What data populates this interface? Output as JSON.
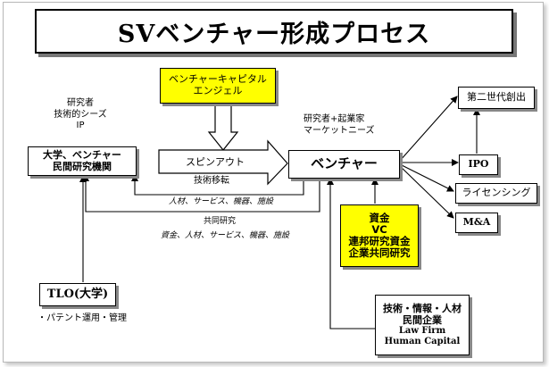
{
  "title": "SVベンチャー形成プロセス",
  "boxes": {
    "university": [
      "大学、ベンチャー",
      "民間研究機関"
    ],
    "vc_angel": [
      "ベンチャーキャピタル",
      "エンジェル"
    ],
    "venture": "ベンチャー",
    "tlo": "TLO(大学)",
    "funding": [
      "資金",
      "VC",
      "連邦研究資金",
      "企業共同研究"
    ],
    "private": [
      "技術・情報・人材",
      "民間企業",
      "Law Firm",
      "Human Capital"
    ],
    "next_gen": "第二世代創出",
    "ipo": "IPO",
    "licensing": "ライセンシング",
    "ma": "M&A"
  },
  "labels": {
    "researcher_ip": [
      "研究者",
      "技術的シーズ",
      "IP"
    ],
    "researcher_entrepreneur": [
      "研究者+起業家",
      "マーケットニーズ"
    ],
    "spinout": "スピンアウト",
    "tech_transfer": "技術移転",
    "resources_1": "人材、サービス、機器、施設",
    "joint_research": "共同研究",
    "resources_2": "資金、人材、サービス、機器、施設",
    "patent": "・パテント運用・管理"
  }
}
